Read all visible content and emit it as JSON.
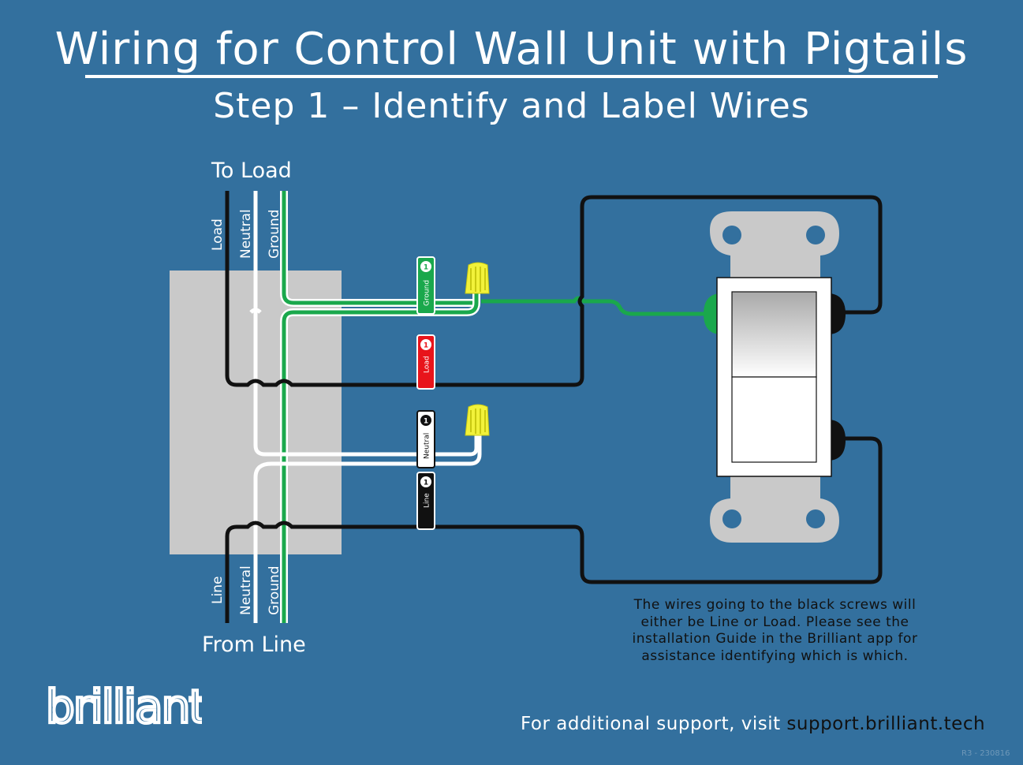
{
  "title": "Wiring for Control Wall Unit with Pigtails",
  "subtitle": "Step 1 – Identify and Label Wires",
  "top_group": {
    "label": "To Load",
    "wires": [
      "Load",
      "Neutral",
      "Ground"
    ]
  },
  "bottom_group": {
    "label": "From Line",
    "wires": [
      "Line",
      "Neutral",
      "Ground"
    ]
  },
  "tags": {
    "ground": {
      "text": "Ground",
      "number": "1",
      "color": "#16a84a"
    },
    "load": {
      "text": "Load",
      "number": "1",
      "color": "#e8141b"
    },
    "neutral": {
      "text": "Neutral",
      "number": "1",
      "color": "#ffffff"
    },
    "line": {
      "text": "Line",
      "number": "1",
      "color": "#000000"
    }
  },
  "colors": {
    "background": "#33709e",
    "wall_box": "#c9c9c9",
    "ground_wire": "#1aa84c",
    "hot_wire": "#111111",
    "neutral_wire": "#ffffff",
    "wire_nut": "#f2f23a"
  },
  "note": {
    "line1": "The wires going to the black screws will",
    "line2": "either be Line or Load.  Please see the",
    "line3": "installation Guide in the Brilliant app for",
    "line4": "assistance identifying which is which."
  },
  "support": {
    "prefix": "For additional support, visit ",
    "url": "support.brilliant.tech"
  },
  "brand": "brilliant",
  "version": "R3 - 230816"
}
